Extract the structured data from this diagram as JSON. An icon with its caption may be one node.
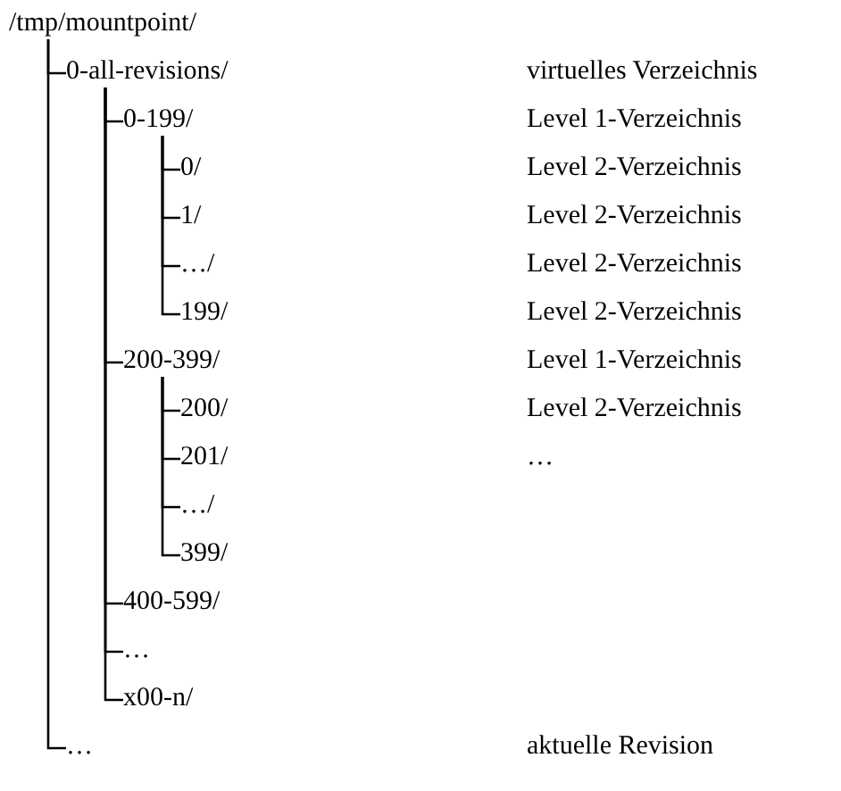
{
  "diagram": {
    "nodes": [
      {
        "text": [
          "/tmp/mountpoint/"
        ]
      },
      {
        "text": [
          "0-all-revisions/"
        ]
      },
      {
        "text": [
          "0-199/"
        ]
      },
      {
        "text": [
          "0/"
        ]
      },
      {
        "text": [
          "1/"
        ]
      },
      {
        "text": [
          "…/"
        ]
      },
      {
        "text": [
          "199/"
        ]
      },
      {
        "text": [
          "200-399/"
        ]
      },
      {
        "text": [
          "200/"
        ]
      },
      {
        "text": [
          "201/"
        ]
      },
      {
        "text": [
          "…/"
        ]
      },
      {
        "text": [
          "399/"
        ]
      },
      {
        "text": [
          "400-599/"
        ]
      },
      {
        "text": [
          "…"
        ]
      },
      {
        "text": [
          "x00-n/"
        ]
      },
      {
        "text": [
          "…"
        ]
      }
    ],
    "edges": [
      {
        "from": 0,
        "to": 1,
        "arrow": "none"
      },
      {
        "from": 1,
        "to": 2,
        "arrow": "none"
      },
      {
        "from": 2,
        "to": 3,
        "arrow": "none"
      },
      {
        "from": 2,
        "to": 4,
        "arrow": "none"
      },
      {
        "from": 2,
        "to": 5,
        "arrow": "none"
      },
      {
        "from": 2,
        "to": 6,
        "arrow": "none"
      },
      {
        "from": 1,
        "to": 7,
        "arrow": "none"
      },
      {
        "from": 7,
        "to": 8,
        "arrow": "none"
      },
      {
        "from": 7,
        "to": 9,
        "arrow": "none"
      },
      {
        "from": 7,
        "to": 10,
        "arrow": "none"
      },
      {
        "from": 7,
        "to": 11,
        "arrow": "none"
      },
      {
        "from": 1,
        "to": 12,
        "arrow": "none"
      },
      {
        "from": 1,
        "to": 13,
        "arrow": "none"
      },
      {
        "from": 1,
        "to": 14,
        "arrow": "none"
      },
      {
        "from": 0,
        "to": 15,
        "arrow": "none"
      }
    ],
    "labels": [
      "virtuelles Verzeichnis",
      "Level 1-Verzeichnis",
      "Level 2-Verzeichnis",
      "Level 2-Verzeichnis",
      "Level 2-Verzeichnis",
      "Level 2-Verzeichnis",
      "Level 1-Verzeichnis",
      "Level 2-Verzeichnis",
      "…",
      "aktuelle Revision"
    ]
  }
}
